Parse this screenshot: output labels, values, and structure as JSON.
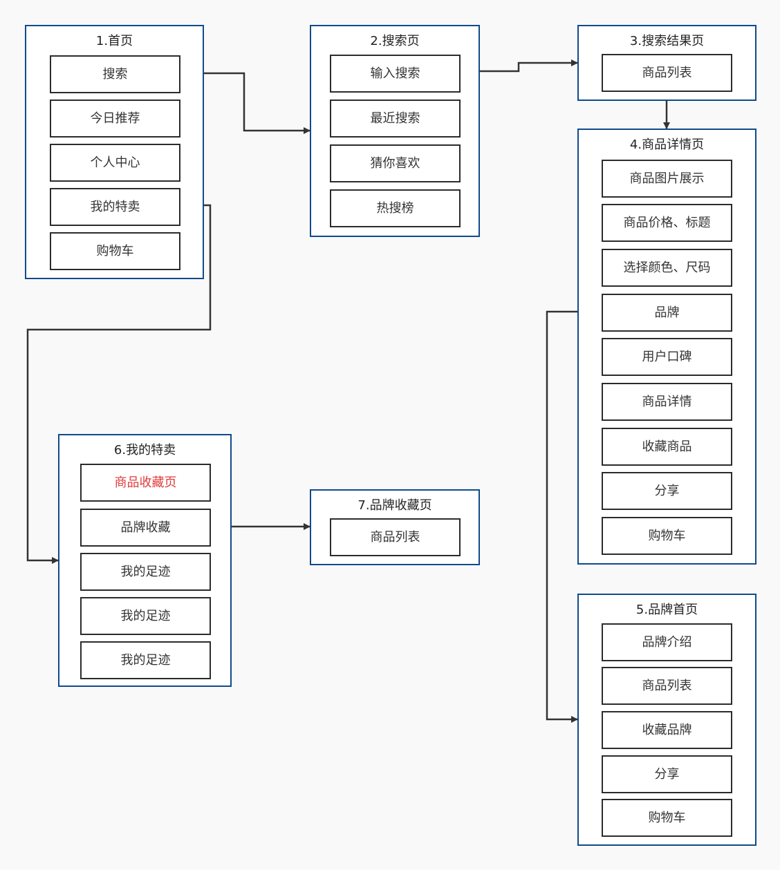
{
  "colors": {
    "group_border": "#0e4a8c",
    "node_border": "#2b2b2b",
    "edge": "#333333",
    "highlight_text": "#e03a3a",
    "background": "#f9f9f9"
  },
  "groups": {
    "home": {
      "title": "1.首页",
      "items": [
        "搜索",
        "今日推荐",
        "个人中心",
        "我的特卖",
        "购物车"
      ]
    },
    "search": {
      "title": "2.搜索页",
      "items": [
        "输入搜索",
        "最近搜索",
        "猜你喜欢",
        "热搜榜"
      ]
    },
    "search_results": {
      "title": "3.搜索结果页",
      "items": [
        "商品列表"
      ]
    },
    "product_detail": {
      "title": "4.商品详情页",
      "items": [
        "商品图片展示",
        "商品价格、标题",
        "选择颜色、尺码",
        "品牌",
        "用户口碑",
        "商品详情",
        "收藏商品",
        "分享",
        "购物车"
      ]
    },
    "brand_home": {
      "title": "5.品牌首页",
      "items": [
        "品牌介绍",
        "商品列表",
        "收藏品牌",
        "分享",
        "购物车"
      ]
    },
    "my_specials": {
      "title": "6.我的特卖",
      "items": [
        "商品收藏页",
        "品牌收藏",
        "我的足迹",
        "我的足迹",
        "我的足迹"
      ]
    },
    "brand_favorites": {
      "title": "7.品牌收藏页",
      "items": [
        "商品列表"
      ]
    }
  },
  "edges": [
    {
      "from": "1.首页 / 搜索",
      "to": "2.搜索页"
    },
    {
      "from": "2.搜索页 / 输入搜索",
      "to": "3.搜索结果页"
    },
    {
      "from": "3.搜索结果页",
      "to": "4.商品详情页"
    },
    {
      "from": "4.商品详情页 / 品牌",
      "to": "5.品牌首页"
    },
    {
      "from": "1.首页 / 我的特卖",
      "to": "6.我的特卖"
    },
    {
      "from": "6.我的特卖 / 品牌收藏",
      "to": "7.品牌收藏页"
    }
  ]
}
